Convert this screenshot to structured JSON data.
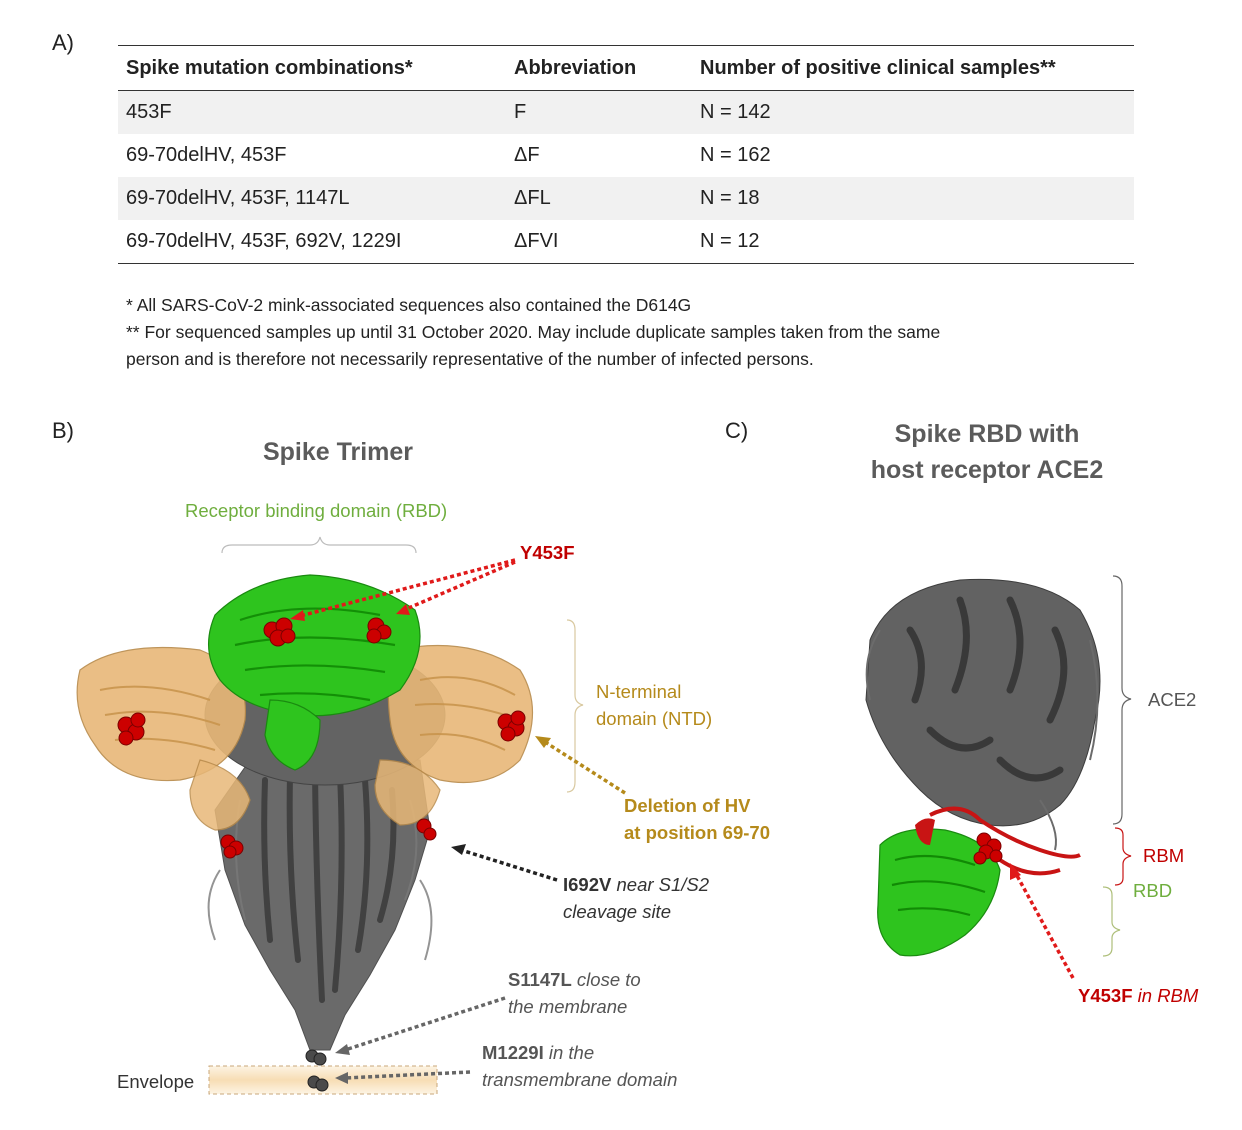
{
  "panels": {
    "a": "A)",
    "b": "B)",
    "c": "C)"
  },
  "table": {
    "headers": [
      "Spike mutation combinations*",
      "Abbreviation",
      "Number of positive clinical samples**"
    ],
    "rows": [
      [
        "453F",
        "F",
        "N = 142"
      ],
      [
        "69-70delHV, 453F",
        "ΔF",
        "N = 162"
      ],
      [
        "69-70delHV, 453F, 1147L",
        "ΔFL",
        "N = 18"
      ],
      [
        "69-70delHV, 453F, 692V, 1229I",
        "ΔFVI",
        "N = 12"
      ]
    ]
  },
  "footnotes": {
    "one": "*  All SARS-CoV-2 mink-associated sequences also contained the D614G",
    "two_line1": "** For sequenced samples up until 31 October 2020. May include duplicate samples taken from the same",
    "two_line2": "person and is therefore not necessarily representative of the number of infected persons."
  },
  "panel_b": {
    "title": "Spike Trimer",
    "rbd_label": "Receptor binding domain (RBD)",
    "y453f": "Y453F",
    "ntd_line1": "N-terminal",
    "ntd_line2": "domain (NTD)",
    "del_line1": "Deletion of HV",
    "del_line2": "at position 69-70",
    "i692v_bold": "I692V",
    "i692v_ital": " near S1/S2",
    "i692v_line2": "cleavage site",
    "s1147l_bold": "S1147L",
    "s1147l_ital": " close to",
    "s1147l_line2": "the membrane",
    "m1229i_bold": "M1229I",
    "m1229i_ital": " in the",
    "m1229i_line2": "transmembrane domain",
    "envelope": "Envelope"
  },
  "panel_c": {
    "title_line1": "Spike RBD with",
    "title_line2": "host receptor ACE2",
    "ace2": "ACE2",
    "rbm": "RBM",
    "rbd": "RBD",
    "y453f_bold": "Y453F",
    "y453f_ital": " in RBM"
  },
  "colors": {
    "spike_grey": "#5a5a5a",
    "ntd_tan": "#e8b878",
    "rbd_green": "#2ec41e",
    "mutation_red": "#cc0000",
    "rbm_red": "#c81414"
  }
}
